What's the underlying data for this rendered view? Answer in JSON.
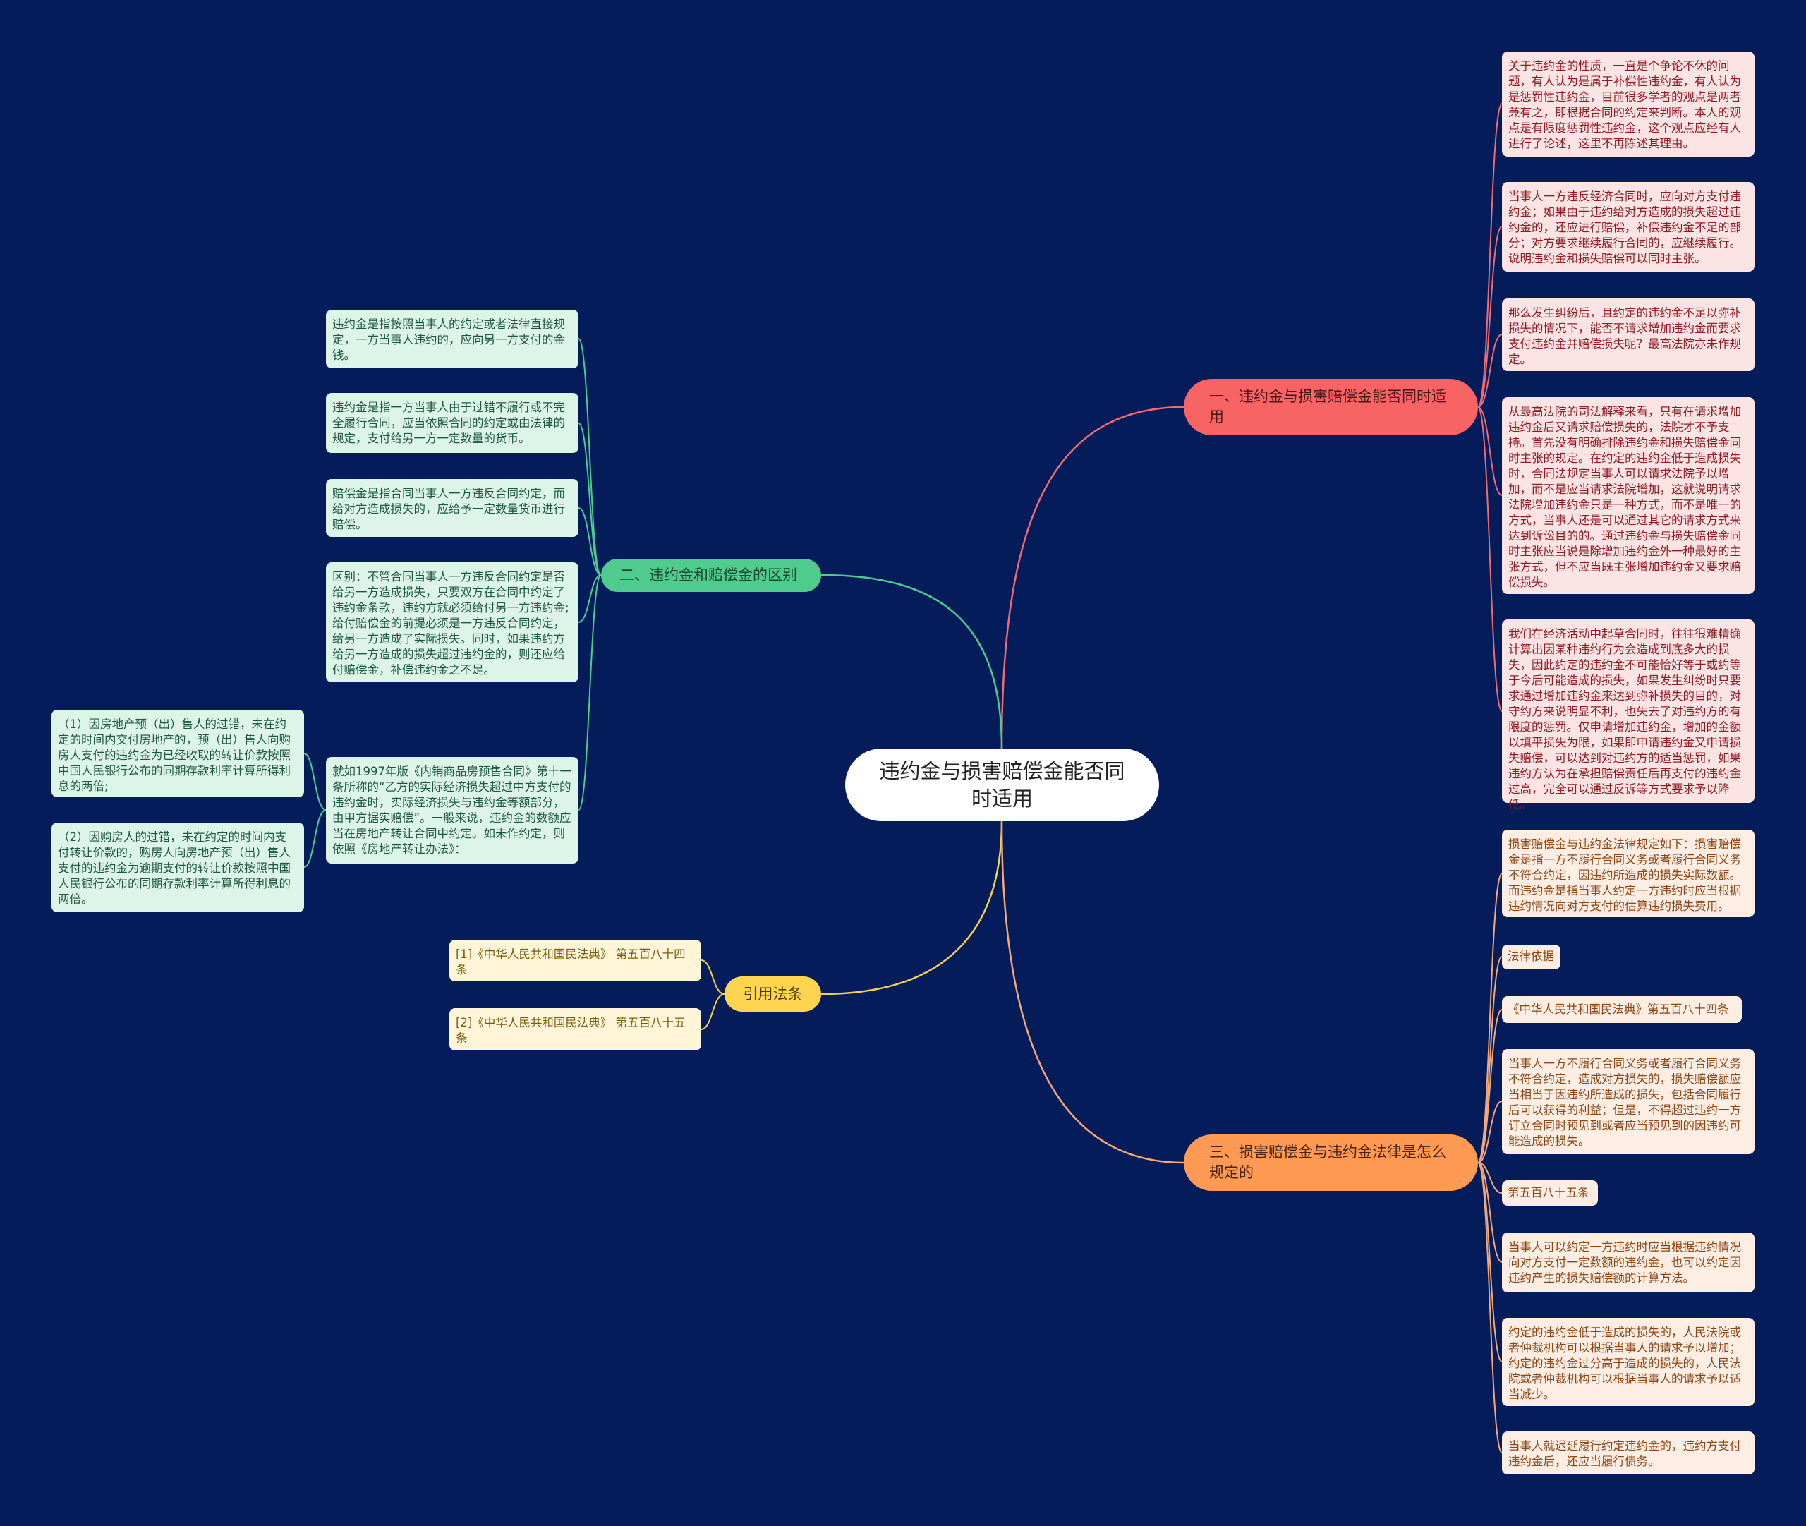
{
  "center": {
    "title": "违约金与损害赔偿金能否同时适用"
  },
  "branches": {
    "b1": {
      "label": "一、违约金与损害赔偿金能否同时适用",
      "color": "#f86464"
    },
    "b2": {
      "label": "二、违约金和赔偿金的区别",
      "color": "#4ecb8d"
    },
    "b3": {
      "label": "引用法条",
      "color": "#ffd54f"
    },
    "b4": {
      "label": "三、损害赔偿金与违约金法律是怎么规定的",
      "color": "#ff9a55"
    }
  },
  "b1_leaves": [
    "关于违约金的性质，一直是个争论不休的问题，有人认为是属于补偿性违约金，有人认为是惩罚性违约金，目前很多学者的观点是两者兼有之，即根据合同的约定来判断。本人的观点是有限度惩罚性违约金，这个观点应经有人进行了论述，这里不再陈述其理由。",
    "当事人一方违反经济合同时，应向对方支付违约金；如果由于违约给对方造成的损失超过违约金的，还应进行赔偿，补偿违约金不足的部分；对方要求继续履行合同的，应继续履行。说明违约金和损失赔偿可以同时主张。",
    "那么发生纠纷后，且约定的违约金不足以弥补损失的情况下，能否不请求增加违约金而要求支付违约金并赔偿损失呢？最高法院亦未作规定。",
    "从最高法院的司法解释来看，只有在请求增加违约金后又请求赔偿损失的，法院才不予支持。首先没有明确排除违约金和损失赔偿金同时主张的规定。在约定的违约金低于造成损失时，合同法规定当事人可以请求法院予以增加，而不是应当请求法院增加，这就说明请求法院增加违约金只是一种方式，而不是唯一的方式，当事人还是可以通过其它的请求方式来达到诉讼目的的。通过违约金与损失赔偿金同时主张应当说是除增加违约金外一种最好的主张方式，但不应当既主张增加违约金又要求赔偿损失。",
    "我们在经济活动中起草合同时，往往很难精确计算出因某种违约行为会造成到底多大的损失，因此约定的违约金不可能恰好等于或约等于今后可能造成的损失，如果发生纠纷时只要求通过增加违约金来达到弥补损失的目的，对守约方来说明显不利，也失去了对违约方的有限度的惩罚。仅申请增加违约金，增加的金额以填平损失为限，如果即申请违约金又申请损失赔偿，可以达到对违约方的适当惩罚，如果违约方认为在承担赔偿责任后再支付的违约金过高，完全可以通过反诉等方式要求予以降低。"
  ],
  "b2_leaves": [
    "违约金是指按照当事人的约定或者法律直接规定，一方当事人违约的，应向另一方支付的金钱。",
    "违约金是指一方当事人由于过错不履行或不完全履行合同，应当依照合同的约定或由法律的规定，支付给另一方一定数量的货币。",
    "赔偿金是指合同当事人一方违反合同约定，而给对方造成损失的，应给予一定数量货币进行赔偿。",
    "区别：不管合同当事人一方违反合同约定是否给另一方造成损失，只要双方在合同中约定了违约金条款，违约方就必须给付另一方违约金;给付赔偿金的前提必须是一方违反合同约定，给另一方造成了实际损失。同时，如果违约方给另一方造成的损失超过违约金的，则还应给付赔偿金，补偿违约金之不足。",
    "就如1997年版《内销商品房预售合同》第十一条所称的“乙方的实际经济损失超过中方支付的违约金时，实际经济损失与违约金等额部分，由甲方据实赔偿”。一般来说，违约金的数额应当在房地产转让合同中约定。如未作约定，则依照《房地产转让办法》："
  ],
  "b2_subleaves": [
    "（1）因房地产预（出）售人的过错，未在约定的时间内交付房地产的，预（出）售人向购房人支付的违约金为已经收取的转让价款按照中国人民银行公布的同期存款利率计算所得利息的两倍;",
    "（2）因购房人的过错，未在约定的时间内支付转让价款的，购房人向房地产预（出）售人支付的违约金为逾期支付的转让价款按照中国人民银行公布的同期存款利率计算所得利息的两倍。"
  ],
  "b3_leaves": [
    "[1]《中华人民共和国民法典》 第五百八十四条",
    "[2]《中华人民共和国民法典》 第五百八十五条"
  ],
  "b4_leaves": [
    "损害赔偿金与违约金法律规定如下：损害赔偿金是指一方不履行合同义务或者履行合同义务不符合约定，因违约所造成的损失实际数额。而违约金是指当事人约定一方违约时应当根据违约情况向对方支付的估算违约损失费用。",
    "法律依据",
    "《中华人民共和国民法典》第五百八十四条",
    "当事人一方不履行合同义务或者履行合同义务不符合约定，造成对方损失的，损失赔偿额应当相当于因违约所造成的损失，包括合同履行后可以获得的利益；但是，不得超过违约一方订立合同时预见到或者应当预见到的因违约可能造成的损失。",
    "第五百八十五条",
    "当事人可以约定一方违约时应当根据违约情况向对方支付一定数额的违约金，也可以约定因违约产生的损失赔偿额的计算方法。",
    "约定的违约金低于造成的损失的，人民法院或者仲裁机构可以根据当事人的请求予以增加；约定的违约金过分高于造成的损失的，人民法院或者仲裁机构可以根据当事人的请求予以适当减少。",
    "当事人就迟延履行约定违约金的，违约方支付违约金后，还应当履行债务。"
  ]
}
